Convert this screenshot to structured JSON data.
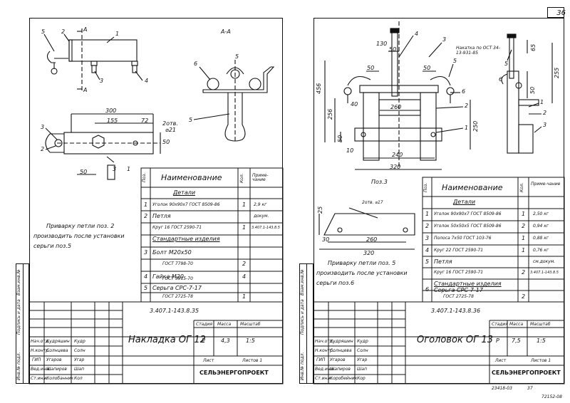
{
  "page_number": "36",
  "bottom_codes": {
    "left": "23418-03",
    "right": "37",
    "corner": "72152-08"
  },
  "left_sheet": {
    "section_label": "А-А",
    "section_marks": [
      "А",
      "А"
    ],
    "dims": {
      "d300": "300",
      "d155": "155",
      "d72": "72",
      "d50a": "50",
      "d50b": "50",
      "holes": "2отв.",
      "hole_d": "⌀21"
    },
    "pos_numbers": [
      "5",
      "2",
      "1",
      "4",
      "3",
      "6",
      "5",
      "3",
      "2",
      "3",
      "1",
      "5"
    ],
    "note": [
      "Приварку петли поз. 2",
      "производить после установки",
      "серьги поз.5"
    ],
    "spec": {
      "hdr_pos": "Поз.",
      "hdr_name": "Наименование",
      "hdr_qty": "Кол.",
      "hdr_note": "Приме-чание",
      "section_details": "Детали",
      "section_std": "Стандартные изделия",
      "rows": [
        {
          "pos": "1",
          "name": "Уголок 90х90х7 ГОСТ 8509-86",
          "qty": "1",
          "note": "2,9 кг"
        },
        {
          "pos": "2",
          "name": "Петля",
          "qty": "",
          "note": "докум."
        },
        {
          "pos": "",
          "name": "Круг 16  ГОСТ 2590-71",
          "qty": "1",
          "note": "3.407.1-143.8.5"
        },
        {
          "pos": "3",
          "name": "Болт М20х50",
          "qty": "",
          "note": ""
        },
        {
          "pos": "",
          "name": "ГОСТ 7798-70",
          "qty": "2",
          "note": ""
        },
        {
          "pos": "4",
          "name": "Гайка М20",
          "qty": "",
          "note": ""
        },
        {
          "pos": "",
          "name": "ГОСТ 5915-70",
          "qty": "4",
          "note": ""
        },
        {
          "pos": "5",
          "name": "Серьга  СРС-7-17",
          "qty": "",
          "note": ""
        },
        {
          "pos": "",
          "name": "ГОСТ 2725-78",
          "qty": "1",
          "note": ""
        }
      ]
    },
    "stamp": {
      "doc_code": "3.407.1-143.8.35",
      "title": "Накладка ОГ 12",
      "stage_label": "Стадия",
      "mass_label": "Масса",
      "scale_label": "Масштаб",
      "stage": "Р",
      "mass": "4,3",
      "scale": "1:5",
      "sheet_label": "Лист",
      "sheets_label": "Листов 1",
      "org": "СЕЛЬЭНЕРГОПРОЕКТ",
      "people": [
        {
          "role": "Нач.отд.",
          "name": "Кудряшин",
          "sign": "Кудр"
        },
        {
          "role": "Н.контр.",
          "name": "Солнцева",
          "sign": "Солн"
        },
        {
          "role": "ГИП",
          "name": "Угаров",
          "sign": "Угар"
        },
        {
          "role": "Вед.инж.",
          "name": "Шапиров",
          "sign": "Шап"
        },
        {
          "role": "Ст.инж.",
          "name": "Колобанник",
          "sign": "Кол"
        }
      ]
    },
    "side_labels": [
      "Инв.№ подл.",
      "Подпись и дата",
      "Взам.инв.№"
    ]
  },
  "right_sheet": {
    "weld_label": "Накатка по ОСТ 34-13-931-85",
    "dims": {
      "d130": "130",
      "d50a": "50",
      "d50b": "50",
      "d50c": "50",
      "d40": "40",
      "d260": "260",
      "d456": "456",
      "d256": "256",
      "d50d": "50",
      "d10": "10",
      "d240": "240",
      "d320": "320",
      "d255": "255",
      "d65": "65",
      "d250": "250",
      "d50e": "50"
    },
    "pos_numbers": [
      "4",
      "3",
      "5",
      "6",
      "2",
      "1",
      "5",
      "6",
      "1",
      "2",
      "3"
    ],
    "pos3": {
      "label": "Поз.3",
      "holes": "2отв. ⌀17",
      "d25": "25",
      "d30": "30",
      "d260": "260",
      "d320": "320"
    },
    "note": [
      "Приварку петли поз. 5",
      "производить после установки",
      "серьги поз.6"
    ],
    "spec": {
      "hdr_pos": "Поз.",
      "hdr_name": "Наименование",
      "hdr_qty": "Кол.",
      "hdr_note": "Приме-чание",
      "section_details": "Детали",
      "section_std": "Стандартные изделия",
      "rows": [
        {
          "pos": "1",
          "name": "Уголок 90х90х7 ГОСТ 8509-86",
          "qty": "1",
          "note": "2,50 кг"
        },
        {
          "pos": "2",
          "name": "Уголок 50х50х5 ГОСТ 8509-86",
          "qty": "2",
          "note": "0,94 кг"
        },
        {
          "pos": "3",
          "name": "Полоса 7х50 ГОСТ 103-76",
          "qty": "1",
          "note": "0,88 кг"
        },
        {
          "pos": "4",
          "name": "Круг 22 ГОСТ 2590-71",
          "qty": "1",
          "note": "0,76 кг"
        },
        {
          "pos": "5",
          "name": "Петля",
          "qty": "",
          "note": "см.докум."
        },
        {
          "pos": "",
          "name": "Круг 16  ГОСТ 2590-71",
          "qty": "2",
          "note": "3.407.1-143.8.5"
        },
        {
          "pos": "6",
          "name": "Серьга  СРС-7-17",
          "qty": "",
          "note": ""
        },
        {
          "pos": "",
          "name": "ГОСТ 2725-78",
          "qty": "2",
          "note": ""
        }
      ]
    },
    "stamp": {
      "doc_code": "3.407.1-143.8.36",
      "title": "Оголовок ОГ 13",
      "stage_label": "Стадия",
      "mass_label": "Масса",
      "scale_label": "Масштаб",
      "stage": "Р",
      "mass": "7,5",
      "scale": "1:5",
      "sheet_label": "Лист",
      "sheets_label": "Листов 1",
      "org": "СЕЛЬЭНЕРГОПРОЕКТ",
      "people": [
        {
          "role": "Нач.отд.",
          "name": "Кудряшин",
          "sign": "Кудр"
        },
        {
          "role": "Н.контр.",
          "name": "Солнцева",
          "sign": "Солн"
        },
        {
          "role": "ГИП",
          "name": "Угаров",
          "sign": "Угар"
        },
        {
          "role": "Вед.инж.",
          "name": "Шапиров",
          "sign": "Шап"
        },
        {
          "role": "Ст.инж.",
          "name": "Коробейник",
          "sign": "Кор"
        }
      ]
    },
    "side_labels": [
      "Инв.№ подл.",
      "Подпись и дата",
      "Взам.инв.№"
    ]
  }
}
